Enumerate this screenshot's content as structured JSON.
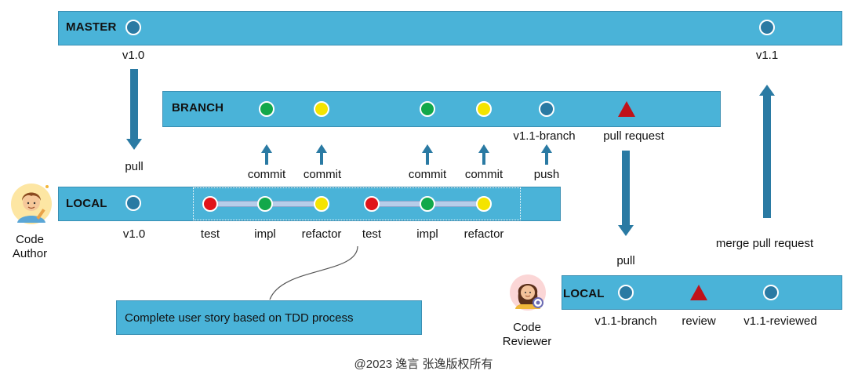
{
  "lanes": {
    "master": "MASTER",
    "branch": "BRANCH",
    "local_author": "LOCAL",
    "local_reviewer": "LOCAL"
  },
  "master": {
    "node_left_label": "v1.0",
    "node_right_label": "v1.1"
  },
  "branch": {
    "commit_labels": [
      "commit",
      "commit",
      "commit",
      "commit"
    ],
    "branch_node_label": "v1.1-branch",
    "pull_request_label": "pull request",
    "push_label": "push"
  },
  "local_author": {
    "base_label": "v1.0",
    "steps": [
      "test",
      "impl",
      "refactor",
      "test",
      "impl",
      "refactor"
    ]
  },
  "local_reviewer": {
    "labels": [
      "v1.1-branch",
      "review",
      "v1.1-reviewed"
    ]
  },
  "arrows": {
    "pull_left": "pull",
    "pull_right": "pull",
    "merge": "merge pull request"
  },
  "roles": {
    "author": [
      "Code",
      "Author"
    ],
    "reviewer": [
      "Code",
      "Reviewer"
    ]
  },
  "callout": "Complete user story based on TDD process",
  "footer": "@2023 逸言 张逸版权所有",
  "colors": {
    "lane": "#4ab3d8",
    "arrow": "#2a7aa3",
    "commit_green": "#12a84a",
    "commit_yellow": "#f4e400",
    "test_red": "#e0141a",
    "pull_request_triangle": "#c0121a"
  }
}
